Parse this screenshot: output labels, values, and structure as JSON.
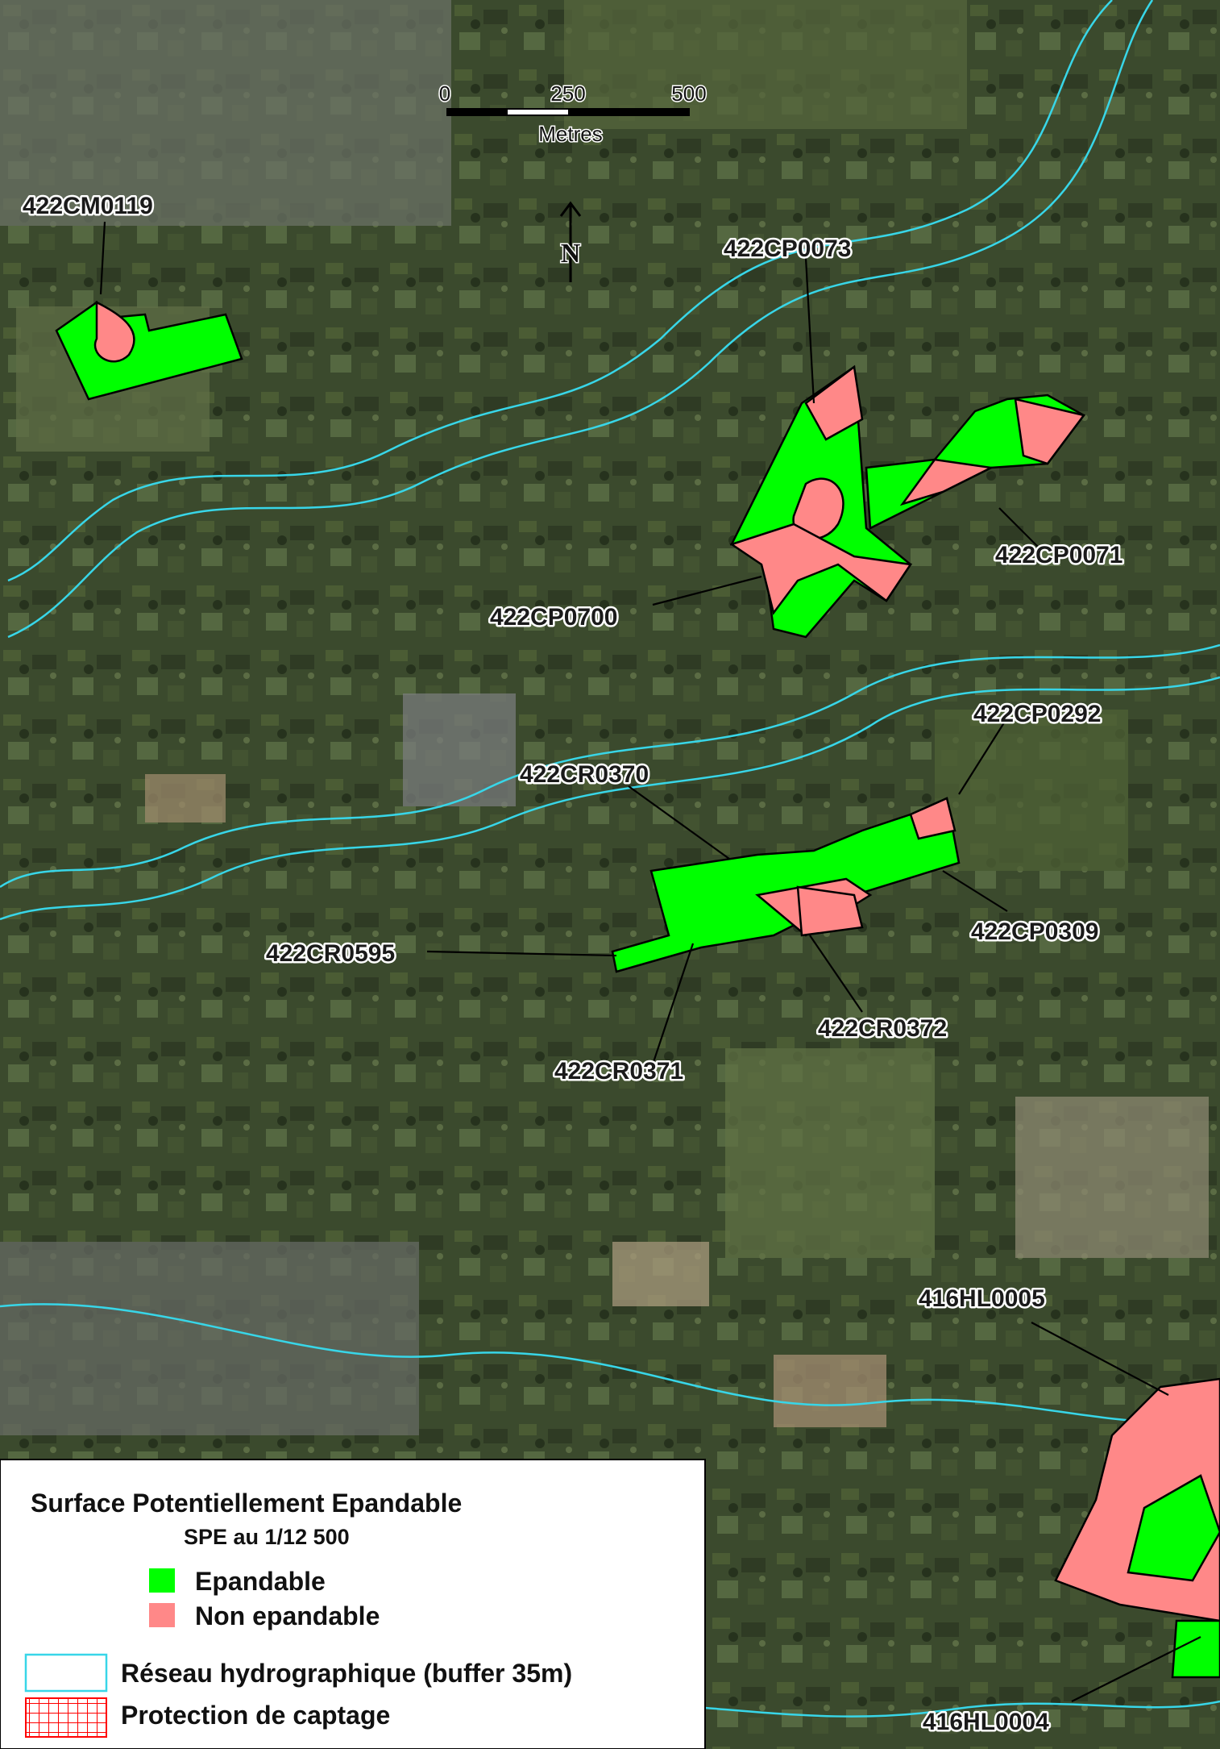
{
  "scale_bar": {
    "tick_labels": [
      "0",
      "250",
      "500"
    ],
    "unit": "Metres"
  },
  "north_arrow": {
    "label": "N",
    "icon": "north-arrow-icon"
  },
  "parcel_labels": [
    "422CM0119",
    "422CP0073",
    "422CP0071",
    "422CP0700",
    "422CP0292",
    "422CR0370",
    "422CP0309",
    "422CR0595",
    "422CR0372",
    "422CR0371",
    "416HL0005",
    "416HL0004"
  ],
  "legend": {
    "title": "Surface Potentiellement Epandable",
    "subtitle": "SPE au 1/12 500",
    "items": [
      {
        "label": "Epandable",
        "color": "#00ff00"
      },
      {
        "label": "Non epandable",
        "color": "#ff8888"
      },
      {
        "label": "Réseau hydrographique (buffer 35m)",
        "color": "#38d6e8"
      },
      {
        "label": "Protection de captage",
        "color": "#ff0000"
      }
    ]
  },
  "colors": {
    "epandable": "#00ff00",
    "non_epandable": "#ff8888",
    "hydro": "#38d6e8",
    "captage": "#ff0000"
  }
}
